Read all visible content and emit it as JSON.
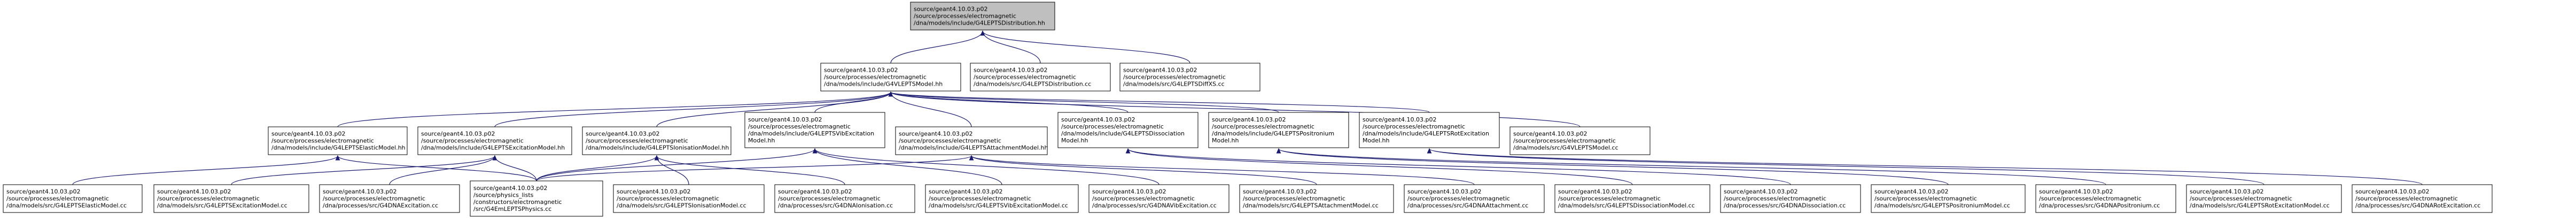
{
  "colors": {
    "edge": "#191970",
    "root_fill": "#bfbfbf",
    "node_fill": "#ffffff",
    "border": "#000000"
  },
  "nodes": [
    {
      "id": "root",
      "root": true,
      "lines": [
        "source/geant4.10.03.p02",
        "/source/processes/electromagnetic",
        "/dna/models/include/G4LEPTSDistribution.hh"
      ]
    },
    {
      "id": "model_hh",
      "lines": [
        "source/geant4.10.03.p02",
        "/source/processes/electromagnetic",
        "/dna/models/include/G4VLEPTSModel.hh"
      ]
    },
    {
      "id": "distribution_cc",
      "lines": [
        "source/geant4.10.03.p02",
        "/source/processes/electromagnetic",
        "/dna/models/src/G4LEPTSDistribution.cc"
      ]
    },
    {
      "id": "diffxs_cc",
      "lines": [
        "source/geant4.10.03.p02",
        "/source/processes/electromagnetic",
        "/dna/models/src/G4LEPTSDiffXS.cc"
      ]
    },
    {
      "id": "elastic_hh",
      "lines": [
        "source/geant4.10.03.p02",
        "/source/processes/electromagnetic",
        "/dna/models/include/G4LEPTSElasticModel.hh"
      ]
    },
    {
      "id": "excitation_hh",
      "lines": [
        "source/geant4.10.03.p02",
        "/source/processes/electromagnetic",
        "/dna/models/include/G4LEPTSExcitationModel.hh"
      ]
    },
    {
      "id": "ionisation_hh",
      "lines": [
        "source/geant4.10.03.p02",
        "/source/processes/electromagnetic",
        "/dna/models/include/G4LEPTSIonisationModel.hh"
      ]
    },
    {
      "id": "vibexc_hh",
      "lines": [
        "source/geant4.10.03.p02",
        "/source/processes/electromagnetic",
        "/dna/models/include/G4LEPTSVibExcitation",
        "Model.hh"
      ]
    },
    {
      "id": "attachment_hh",
      "lines": [
        "source/geant4.10.03.p02",
        "/source/processes/electromagnetic",
        "/dna/models/include/G4LEPTSAttachmentModel.hh"
      ]
    },
    {
      "id": "dissociation_hh",
      "lines": [
        "source/geant4.10.03.p02",
        "/source/processes/electromagnetic",
        "/dna/models/include/G4LEPTSDissociation",
        "Model.hh"
      ]
    },
    {
      "id": "positronium_hh",
      "lines": [
        "source/geant4.10.03.p02",
        "/source/processes/electromagnetic",
        "/dna/models/include/G4LEPTSPositronium",
        "Model.hh"
      ]
    },
    {
      "id": "rotexc_hh",
      "lines": [
        "source/geant4.10.03.p02",
        "/source/processes/electromagnetic",
        "/dna/models/include/G4LEPTSRotExcitation",
        "Model.hh"
      ]
    },
    {
      "id": "vmodel_cc",
      "lines": [
        "source/geant4.10.03.p02",
        "/source/processes/electromagnetic",
        "/dna/models/src/G4VLEPTSModel.cc"
      ]
    },
    {
      "id": "elastic_cc",
      "lines": [
        "source/geant4.10.03.p02",
        "/source/processes/electromagnetic",
        "/dna/models/src/G4LEPTSElasticModel.cc"
      ]
    },
    {
      "id": "excitation_cc",
      "lines": [
        "source/geant4.10.03.p02",
        "/source/processes/electromagnetic",
        "/dna/models/src/G4LEPTSExcitationModel.cc"
      ]
    },
    {
      "id": "g4dnaexcitation_cc",
      "lines": [
        "source/geant4.10.03.p02",
        "/source/processes/electromagnetic",
        "/dna/processes/src/G4DNAExcitation.cc"
      ]
    },
    {
      "id": "physics_cc",
      "lines": [
        "source/geant4.10.03.p02",
        "/source/physics_lists",
        "/constructors/electromagnetic",
        "/src/G4EmLEPTSPhysics.cc"
      ]
    },
    {
      "id": "ionisation_cc",
      "lines": [
        "source/geant4.10.03.p02",
        "/source/processes/electromagnetic",
        "/dna/models/src/G4LEPTSIonisationModel.cc"
      ]
    },
    {
      "id": "g4dnaionisation_cc",
      "lines": [
        "source/geant4.10.03.p02",
        "/source/processes/electromagnetic",
        "/dna/processes/src/G4DNAIonisation.cc"
      ]
    },
    {
      "id": "vibexc_cc",
      "lines": [
        "source/geant4.10.03.p02",
        "/source/processes/electromagnetic",
        "/dna/models/src/G4LEPTSVibExcitationModel.cc"
      ]
    },
    {
      "id": "g4dnavibexc_cc",
      "lines": [
        "source/geant4.10.03.p02",
        "/source/processes/electromagnetic",
        "/dna/processes/src/G4DNAVibExcitation.cc"
      ]
    },
    {
      "id": "attachment_cc",
      "lines": [
        "source/geant4.10.03.p02",
        "/source/processes/electromagnetic",
        "/dna/models/src/G4LEPTSAttachmentModel.cc"
      ]
    },
    {
      "id": "g4dnaattachment_cc",
      "lines": [
        "source/geant4.10.03.p02",
        "/source/processes/electromagnetic",
        "/dna/processes/src/G4DNAAttachment.cc"
      ]
    },
    {
      "id": "dissociation_cc",
      "lines": [
        "source/geant4.10.03.p02",
        "/source/processes/electromagnetic",
        "/dna/models/src/G4LEPTSDissociationModel.cc"
      ]
    },
    {
      "id": "g4dnadissociation_cc",
      "lines": [
        "source/geant4.10.03.p02",
        "/source/processes/electromagnetic",
        "/dna/processes/src/G4DNADissociation.cc"
      ]
    },
    {
      "id": "positronium_cc",
      "lines": [
        "source/geant4.10.03.p02",
        "/source/processes/electromagnetic",
        "/dna/models/src/G4LEPTSPositroniumModel.cc"
      ]
    },
    {
      "id": "g4dnapositronium_cc",
      "lines": [
        "source/geant4.10.03.p02",
        "/source/processes/electromagnetic",
        "/dna/processes/src/G4DNAPositronium.cc"
      ]
    },
    {
      "id": "rotexc_cc",
      "lines": [
        "source/geant4.10.03.p02",
        "/source/processes/electromagnetic",
        "/dna/models/src/G4LEPTSRotExcitationModel.cc"
      ]
    },
    {
      "id": "g4dnarotexc_cc",
      "lines": [
        "source/geant4.10.03.p02",
        "/source/processes/electromagnetic",
        "/dna/processes/src/G4DNARotExcitation.cc"
      ]
    }
  ],
  "edges": [
    [
      "model_hh",
      "root"
    ],
    [
      "distribution_cc",
      "root"
    ],
    [
      "diffxs_cc",
      "root"
    ],
    [
      "elastic_hh",
      "model_hh"
    ],
    [
      "excitation_hh",
      "model_hh"
    ],
    [
      "ionisation_hh",
      "model_hh"
    ],
    [
      "vibexc_hh",
      "model_hh"
    ],
    [
      "attachment_hh",
      "model_hh"
    ],
    [
      "dissociation_hh",
      "model_hh"
    ],
    [
      "positronium_hh",
      "model_hh"
    ],
    [
      "rotexc_hh",
      "model_hh"
    ],
    [
      "vmodel_cc",
      "model_hh"
    ],
    [
      "elastic_cc",
      "elastic_hh"
    ],
    [
      "physics_cc",
      "elastic_hh"
    ],
    [
      "excitation_cc",
      "excitation_hh"
    ],
    [
      "g4dnaexcitation_cc",
      "excitation_hh"
    ],
    [
      "physics_cc",
      "excitation_hh"
    ],
    [
      "ionisation_cc",
      "ionisation_hh"
    ],
    [
      "g4dnaionisation_cc",
      "ionisation_hh"
    ],
    [
      "physics_cc",
      "ionisation_hh"
    ],
    [
      "vibexc_cc",
      "vibexc_hh"
    ],
    [
      "g4dnavibexc_cc",
      "vibexc_hh"
    ],
    [
      "physics_cc",
      "vibexc_hh"
    ],
    [
      "attachment_cc",
      "attachment_hh"
    ],
    [
      "g4dnaattachment_cc",
      "attachment_hh"
    ],
    [
      "physics_cc",
      "attachment_hh"
    ],
    [
      "dissociation_cc",
      "dissociation_hh"
    ],
    [
      "g4dnadissociation_cc",
      "dissociation_hh"
    ],
    [
      "positronium_cc",
      "positronium_hh"
    ],
    [
      "g4dnapositronium_cc",
      "positronium_hh"
    ],
    [
      "rotexc_cc",
      "rotexc_hh"
    ],
    [
      "g4dnarotexc_cc",
      "rotexc_hh"
    ]
  ]
}
